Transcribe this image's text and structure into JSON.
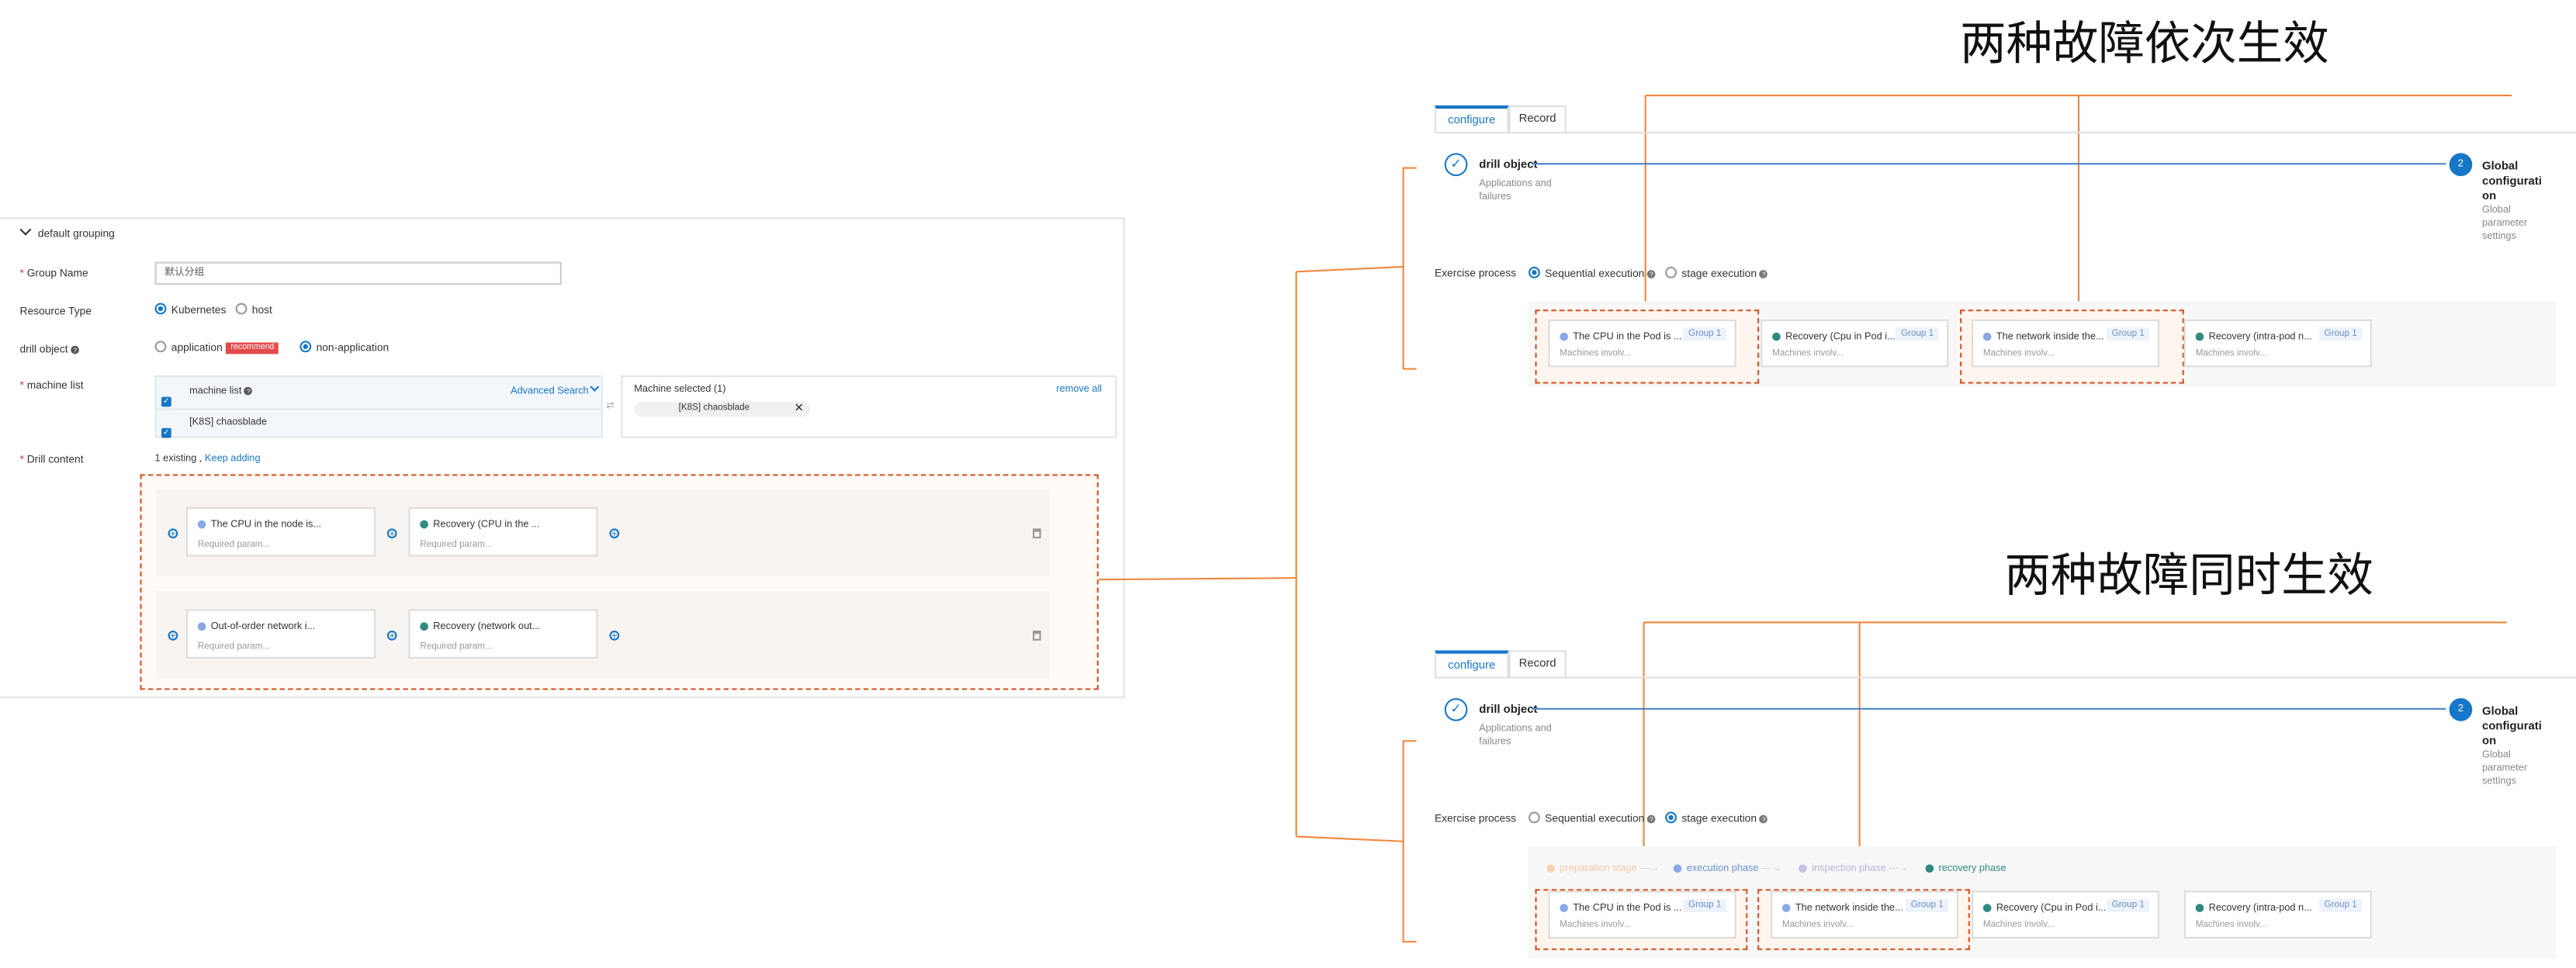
{
  "left": {
    "group_header": "default grouping",
    "group_name_label": "Group Name",
    "group_name_value": "默认分组",
    "resource_type_label": "Resource Type",
    "resource_options": [
      "Kubernetes",
      "host"
    ],
    "drill_object_label": "drill object",
    "drill_options": [
      "application",
      "non-application"
    ],
    "recommend_tag": "recommend",
    "machine_list_label": "machine list",
    "machine_list_header": "machine list",
    "advanced_search": "Advanced Search",
    "machine_row": "[K8S] chaosblade",
    "machine_selected_title": "Machine selected (1)",
    "remove_all": "remove all",
    "selected_tag": "[K8S] chaosblade",
    "drill_content_label": "Drill content",
    "existing_text": "1 existing ,",
    "keep_adding": "Keep adding",
    "rows": [
      {
        "card1": "The CPU in the node is...",
        "card2": "Recovery (CPU in the ..."
      },
      {
        "card1": "Out-of-order network i...",
        "card2": "Recovery (network out..."
      }
    ],
    "required_param": "Required param..."
  },
  "top_panel": {
    "title": "两种故障依次生效",
    "tabs": [
      "configure",
      "Record"
    ],
    "step1_title": "drill object",
    "step1_sub": [
      "Applications and",
      "failures"
    ],
    "step2_num": "2",
    "step2_title": [
      "Global",
      "configurati",
      "on"
    ],
    "step2_sub": [
      "Global",
      "parameter",
      "settings"
    ],
    "exercise_label": "Exercise process",
    "exec_options": [
      "Sequential execution",
      "stage execution"
    ],
    "selected_exec": "Sequential execution",
    "cards": [
      {
        "title": "The CPU in the Pod is ...",
        "group": "Group 1",
        "sub": "Machines involv..."
      },
      {
        "title": "Recovery (Cpu in Pod i...",
        "group": "Group 1",
        "sub": "Machines involv..."
      },
      {
        "title": "The network inside the...",
        "group": "Group 1",
        "sub": "Machines involv..."
      },
      {
        "title": "Recovery (intra-pod n...",
        "group": "Group 1",
        "sub": "Machines involv..."
      }
    ]
  },
  "bottom_panel": {
    "title": "两种故障同时生效",
    "tabs": [
      "configure",
      "Record"
    ],
    "step1_title": "drill object",
    "step1_sub": [
      "Applications and",
      "failures"
    ],
    "step2_num": "2",
    "step2_title": [
      "Global",
      "configurati",
      "on"
    ],
    "step2_sub": [
      "Global",
      "parameter",
      "settings"
    ],
    "exercise_label": "Exercise process",
    "exec_options": [
      "Sequential execution",
      "stage execution"
    ],
    "selected_exec": "stage execution",
    "phases": [
      "preparation stage",
      "execution phase",
      "inspection phase",
      "recovery phase"
    ],
    "cards": [
      {
        "title": "The CPU in the Pod is ...",
        "group": "Group 1",
        "sub": "Machines involv..."
      },
      {
        "title": "The network inside the...",
        "group": "Group 1",
        "sub": "Machines involv..."
      },
      {
        "title": "Recovery (Cpu in Pod i...",
        "group": "Group 1",
        "sub": "Machines involv..."
      },
      {
        "title": "Recovery (intra-pod n...",
        "group": "Group 1",
        "sub": "Machines involv..."
      }
    ]
  },
  "colors": {
    "accent": "#1677c8",
    "annotation": "#f0883e",
    "dashed": "#d4572a"
  }
}
